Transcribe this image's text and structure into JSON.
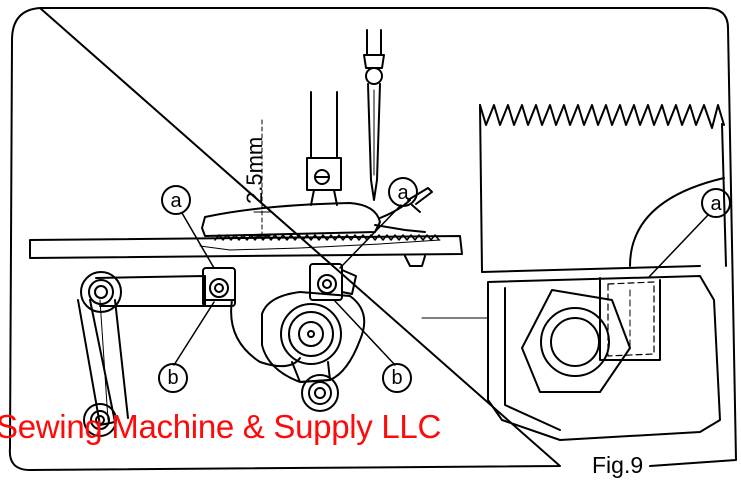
{
  "diagram": {
    "dimension_label": "2.5mm",
    "callouts": {
      "a": "a",
      "b": "b"
    },
    "figure_label": "Fig.9",
    "watermark": "Sewing Machine & Supply LLC",
    "colors": {
      "line": "#000000",
      "watermark": "#ff0a0a",
      "background": "#ffffff"
    }
  }
}
